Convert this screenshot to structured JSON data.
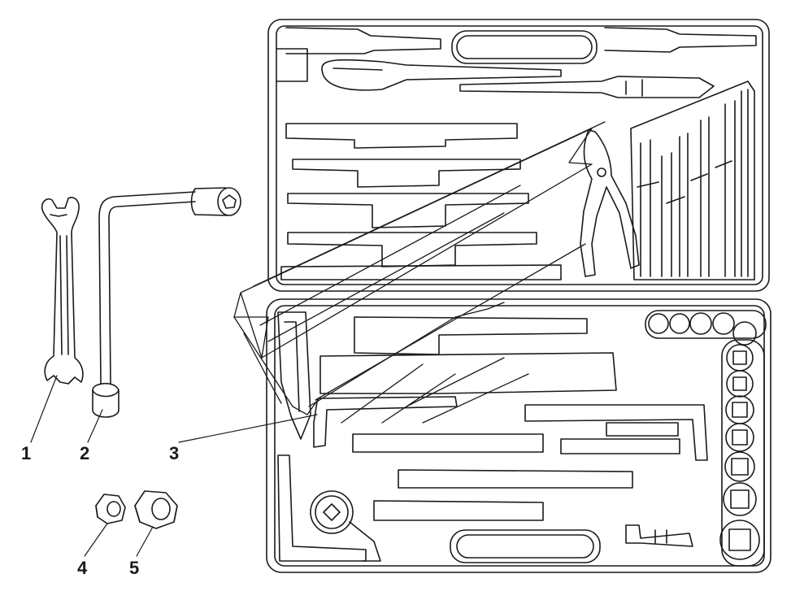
{
  "diagram": {
    "callouts": [
      {
        "id": "1",
        "label": "1",
        "part": "open-end-wrench"
      },
      {
        "id": "2",
        "label": "2",
        "part": "l-socket-wrench"
      },
      {
        "id": "3",
        "label": "3",
        "part": "tool-case"
      },
      {
        "id": "4",
        "label": "4",
        "part": "small-nut"
      },
      {
        "id": "5",
        "label": "5",
        "part": "large-nut"
      }
    ],
    "colors": {
      "line": "#1a1a1a",
      "background": "#ffffff"
    }
  }
}
